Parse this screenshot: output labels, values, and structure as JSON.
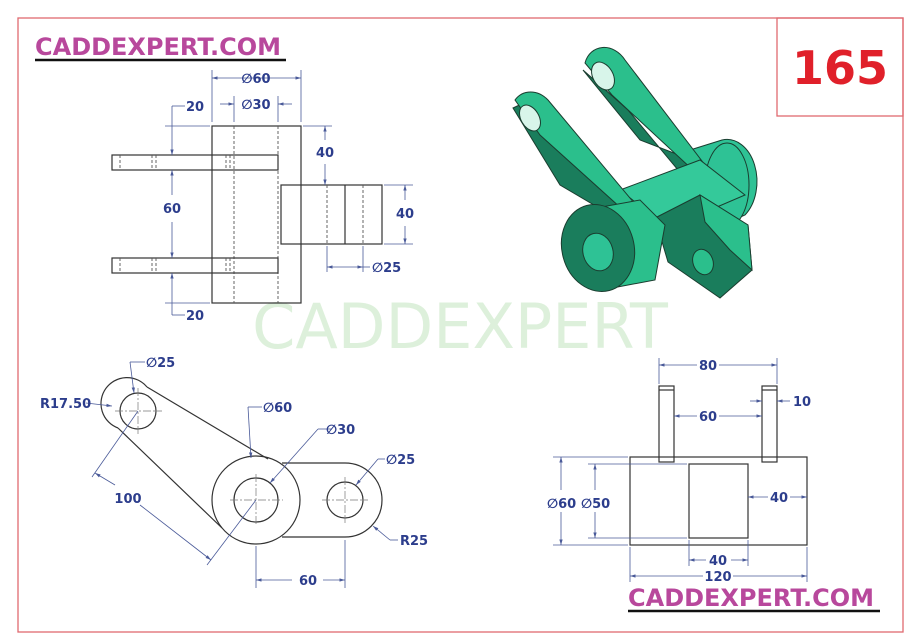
{
  "header": {
    "logo_text": "CADDEXPERT.COM",
    "drawing_number": "165"
  },
  "footer": {
    "logo_text": "CADDEXPERT.COM"
  },
  "watermark": "CADDEXPERT",
  "colors": {
    "border": "#e06a70",
    "dimension": "#2c3d8c",
    "logo": "#b8489c",
    "number": "#e0202a",
    "model": "#2bbf8c"
  },
  "front_view": {
    "dims": {
      "dia_outer": "∅60",
      "dia_inner": "∅30",
      "top_offset": "20",
      "arm_spacing": "60",
      "bottom_offset": "20",
      "boss_offset": "40",
      "boss_height": "40",
      "boss_hole": "∅25"
    }
  },
  "top_view": {
    "dims": {
      "small_hole": "∅25",
      "small_radius": "R17.50",
      "big_dia": "∅60",
      "big_hole": "∅30",
      "right_hole": "∅25",
      "right_radius": "R25",
      "arm_length": "100",
      "center_distance": "60"
    }
  },
  "side_view": {
    "dims": {
      "ear_outer": "80",
      "ear_inner": "60",
      "ear_thickness": "10",
      "dia_outer": "∅60",
      "dia_inner": "∅50",
      "slot_right": "40",
      "slot_width": "40",
      "total_length": "120"
    }
  },
  "iso_view": {
    "icon": "3d-model-isometric"
  }
}
